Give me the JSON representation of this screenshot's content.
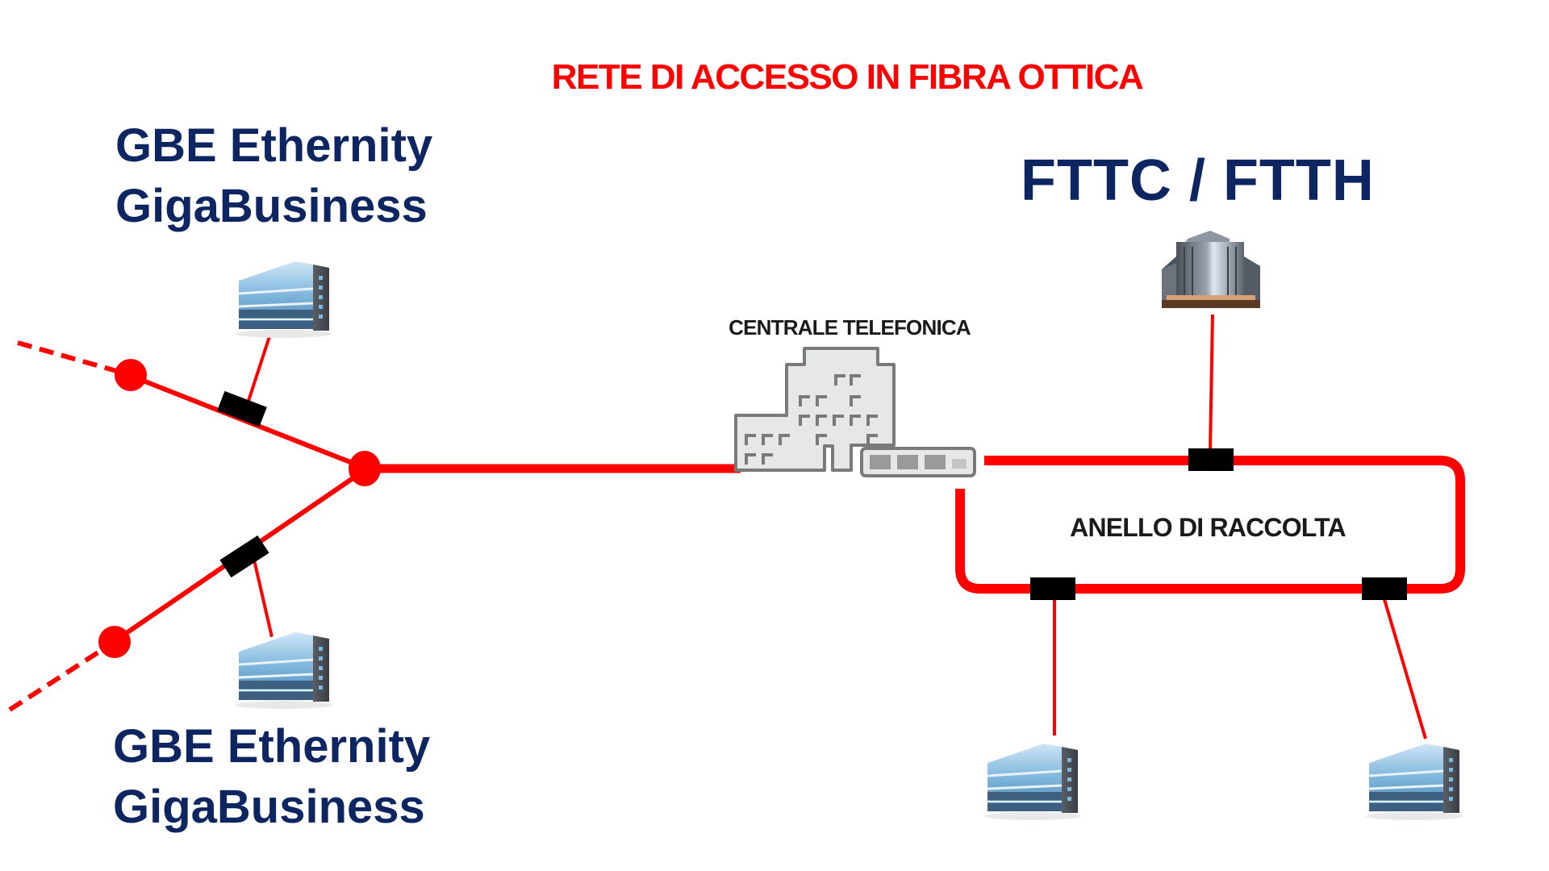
{
  "title": "RETE DI ACCESSO IN FIBRA OTTICA",
  "labels": {
    "gbe_top_line1": "GBE Ethernity",
    "gbe_top_line2": "GigaBusiness",
    "gbe_bottom_line1": "GBE Ethernity",
    "gbe_bottom_line2": "GigaBusiness",
    "fttc_ftth": "FTTC / FTTH",
    "central_office": "CENTRALE TELEFONICA",
    "ring": "ANELLO DI RACCOLTA"
  },
  "colors": {
    "fiber": "#ff0000",
    "title": "#ff0000",
    "label_blue": "#0d2560",
    "splice": "#000000",
    "central_fill": "#e6e7e9",
    "central_stroke": "#7a7a7a"
  },
  "nodes": [
    {
      "id": "central-office",
      "type": "central-office-building",
      "label": "CENTRALE TELEFONICA"
    },
    {
      "id": "building-gbe-top",
      "type": "office-building",
      "group": "GBE Ethernity GigaBusiness"
    },
    {
      "id": "building-gbe-bottom",
      "type": "office-building",
      "group": "GBE Ethernity GigaBusiness"
    },
    {
      "id": "building-fttc-ftth",
      "type": "tower-building",
      "group": "FTTC / FTTH"
    },
    {
      "id": "building-ring-left",
      "type": "office-building",
      "group": "ANELLO DI RACCOLTA"
    },
    {
      "id": "building-ring-right",
      "type": "office-building",
      "group": "ANELLO DI RACCOLTA"
    }
  ],
  "links": [
    {
      "from": "central-office",
      "to": "tree-junction",
      "style": "trunk"
    },
    {
      "from": "central-office",
      "to": "ring",
      "style": "ring"
    },
    {
      "from": "ring",
      "to": "building-fttc-ftth",
      "style": "drop"
    },
    {
      "from": "ring",
      "to": "building-ring-left",
      "style": "drop"
    },
    {
      "from": "ring",
      "to": "building-ring-right",
      "style": "drop"
    },
    {
      "from": "tree-junction",
      "to": "building-gbe-top",
      "style": "drop"
    },
    {
      "from": "tree-junction",
      "to": "building-gbe-bottom",
      "style": "drop"
    }
  ]
}
